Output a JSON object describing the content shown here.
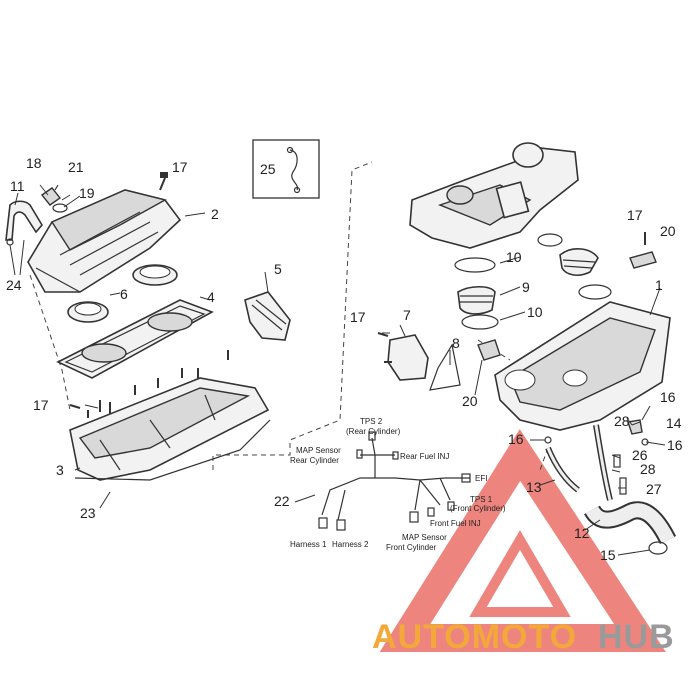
{
  "callouts": {
    "c1": "1",
    "c2": "2",
    "c3": "3",
    "c4": "4",
    "c5": "5",
    "c6": "6",
    "c7": "7",
    "c8": "8",
    "c9": "9",
    "c10a": "10",
    "c10b": "10",
    "c11": "11",
    "c12": "12",
    "c13": "13",
    "c14": "14",
    "c15": "15",
    "c16a": "16",
    "c16b": "16",
    "c16c": "16",
    "c17a": "17",
    "c17b": "17",
    "c17c": "17",
    "c17d": "17",
    "c18": "18",
    "c19": "19",
    "c20a": "20",
    "c20b": "20",
    "c21": "21",
    "c22": "22",
    "c23": "23",
    "c24": "24",
    "c25": "25",
    "c26": "26",
    "c27": "27",
    "c28a": "28",
    "c28b": "28"
  },
  "wiring_labels": {
    "tps2_line1": "TPS 2",
    "tps2_line2": "(Rear Cylinder)",
    "map_rear_line1": "MAP Sensor",
    "map_rear_line2": "Rear Cylinder",
    "rear_fuel_inj": "Rear Fuel INJ",
    "efi": "EFI",
    "tps1_line1": "TPS 1",
    "tps1_line2": "(Front Cylinder)",
    "front_fuel_inj": "Front Fuel INJ",
    "harness1": "Harness 1",
    "harness2": "Harness 2",
    "map_front_line1": "MAP Sensor",
    "map_front_line2": "Front Cylinder"
  },
  "watermark": {
    "part1": "AUTOMOTO",
    "part2": "HUB",
    "color_red": "#e9675e",
    "color_orange": "#f2a93a",
    "color_gray": "#9a9a9a"
  }
}
